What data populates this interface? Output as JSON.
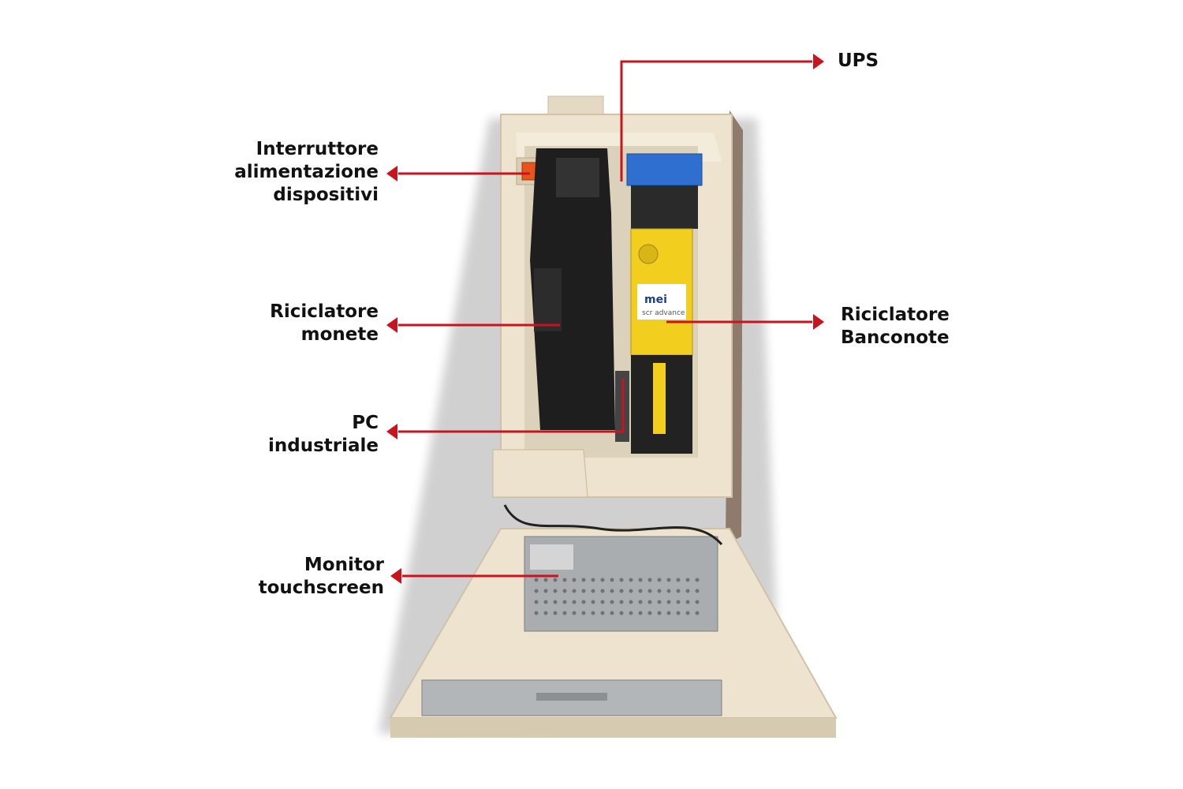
{
  "colors": {
    "arrow": "#c8141e",
    "label_text": "#111111",
    "cabinet": "#ede3cf",
    "cabinet_shadow": "#cfc2a8",
    "interior": "#f2ead8",
    "device_dark": "#1e1e1e",
    "recycler_yellow": "#f2cf1f",
    "tray_blue": "#2f6fcf",
    "metal": "#a9adb0",
    "switch_orange": "#e8541e"
  },
  "labels": {
    "ups": [
      "UPS"
    ],
    "switch": [
      "Interruttore",
      "alimentazione",
      "dispositivi"
    ],
    "coins": [
      "Riciclatore",
      "monete"
    ],
    "notes": [
      "Riciclatore",
      "Banconote"
    ],
    "pc": [
      "PC",
      "industriale"
    ],
    "monitor": [
      "Monitor",
      "touchscreen"
    ]
  },
  "device_text": {
    "brand": "mei",
    "model": "scr advance"
  }
}
